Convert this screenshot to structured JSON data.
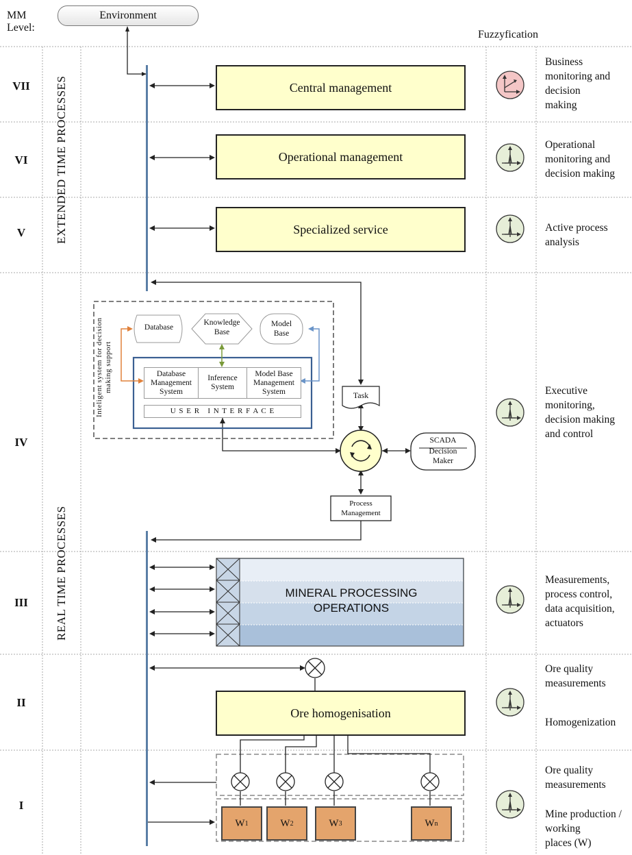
{
  "header": {
    "mm_level_line1": "MM",
    "mm_level_line2": "Level:",
    "environment": "Environment",
    "fuzzyfication": "Fuzzyfication"
  },
  "groups": {
    "extended": "EXTENDED TIME PROCESSES",
    "real": "REAL TIME PROCESSES"
  },
  "levels": [
    "VII",
    "VI",
    "V",
    "IV",
    "III",
    "II",
    "I"
  ],
  "boxes": {
    "central": "Central management",
    "operational": "Operational management",
    "specialized": "Specialized service",
    "ore_homogenisation": "Ore homogenisation",
    "mineral_line1": "MINERAL PROCESSING",
    "mineral_line2": "OPERATIONS"
  },
  "dss": {
    "side_label_line1": "Inteligent system for decision",
    "side_label_line2": "making support",
    "database": "Database",
    "knowledge_line1": "Knowledge",
    "knowledge_line2": "Base",
    "model_line1": "Model",
    "model_line2": "Base",
    "dbms_line1": "Database",
    "dbms_line2": "Management",
    "dbms_line3": "System",
    "inference_line1": "Inference",
    "inference_line2": "System",
    "mbms_line1": "Model  Base",
    "mbms_line2": "Management",
    "mbms_line3": "System",
    "user_interface": "U S E R   I N T E R F A C E"
  },
  "task": "Task",
  "scada": {
    "line1": "SCADA",
    "line2": "Decision",
    "line3": "Maker"
  },
  "process_mgmt": {
    "line1": "Process",
    "line2": "Management"
  },
  "w_boxes": [
    {
      "main": "W",
      "sub": "1"
    },
    {
      "main": "W",
      "sub": "2"
    },
    {
      "main": "W",
      "sub": "3"
    },
    {
      "main": "W",
      "sub": "n"
    }
  ],
  "right_labels": {
    "vii": [
      "Business",
      "monitoring and",
      "decision",
      "making"
    ],
    "vi": [
      "Operational",
      "monitoring and",
      "decision making"
    ],
    "v": [
      "Active process",
      "analysis"
    ],
    "iv": [
      "Executive",
      "monitoring,",
      "decision making",
      "and control"
    ],
    "iii": [
      "Measurements,",
      "process control,",
      "data acquisition,",
      "actuators"
    ],
    "ii_a": [
      "Ore quality",
      "measurements"
    ],
    "ii_b": [
      "Homogenization"
    ],
    "i_a": [
      "Ore quality",
      "measurements"
    ],
    "i_b": [
      "Mine production /",
      "working",
      "places (W)"
    ]
  },
  "colors": {
    "yellow_box": "#ffffcc",
    "icon_pink": "#f4c6c6",
    "icon_green": "#e6eed8",
    "w_orange": "#e4a46c",
    "bus_blue": "#5a7ea6"
  }
}
